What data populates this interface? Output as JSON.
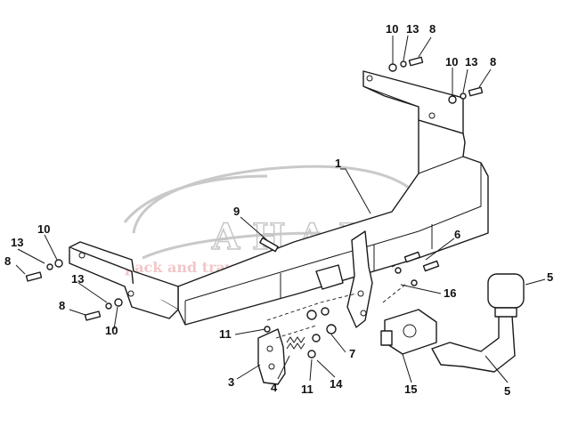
{
  "diagram": {
    "watermark": {
      "brand": "AHAKA",
      "tagline": "pack and travel"
    },
    "callouts": [
      {
        "key": "c1",
        "label": "1"
      },
      {
        "key": "c10a",
        "label": "10"
      },
      {
        "key": "c13a",
        "label": "13"
      },
      {
        "key": "c8a",
        "label": "8"
      },
      {
        "key": "c10b",
        "label": "10"
      },
      {
        "key": "c13b",
        "label": "13"
      },
      {
        "key": "c8b",
        "label": "8"
      },
      {
        "key": "c9",
        "label": "9"
      },
      {
        "key": "c13c",
        "label": "13"
      },
      {
        "key": "c10c",
        "label": "10"
      },
      {
        "key": "c8c",
        "label": "8"
      },
      {
        "key": "c13d",
        "label": "13"
      },
      {
        "key": "c8d",
        "label": "8"
      },
      {
        "key": "c10d",
        "label": "10"
      },
      {
        "key": "c6",
        "label": "6"
      },
      {
        "key": "c16",
        "label": "16"
      },
      {
        "key": "c5a",
        "label": "5"
      },
      {
        "key": "c5b",
        "label": "5"
      },
      {
        "key": "c11a",
        "label": "11"
      },
      {
        "key": "c7",
        "label": "7"
      },
      {
        "key": "c3",
        "label": "3"
      },
      {
        "key": "c4",
        "label": "4"
      },
      {
        "key": "c11b",
        "label": "11"
      },
      {
        "key": "c14",
        "label": "14"
      },
      {
        "key": "c15",
        "label": "15"
      }
    ]
  }
}
